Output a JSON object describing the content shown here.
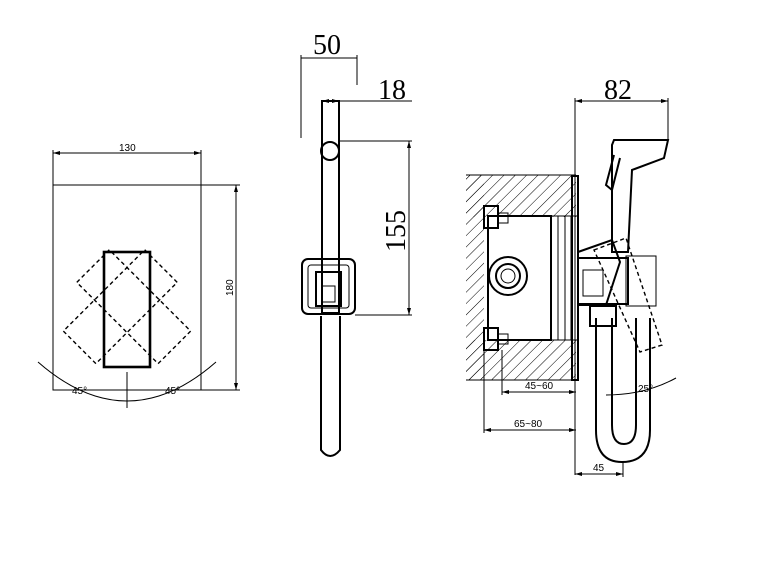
{
  "front_view": {
    "width_label": "130",
    "height_label": "180",
    "angle_left_label": "45°",
    "angle_right_label": "45°"
  },
  "side_view": {
    "depth_label": "50",
    "bar_label": "18",
    "height_label": "155"
  },
  "section_view": {
    "width_label": "82",
    "wall_depth_1_label": "45~60",
    "wall_depth_2_label": "65~80",
    "hose_offset_label": "45",
    "angle_label": "25°"
  }
}
